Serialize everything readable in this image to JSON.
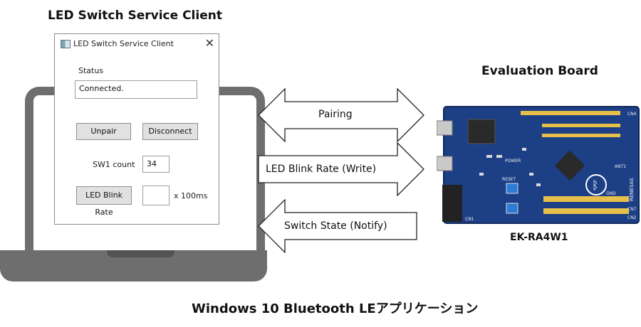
{
  "headings": {
    "client": "LED Switch Service Client",
    "board": "Evaluation Board",
    "board_name": "EK-RA4W1",
    "footer": "Windows 10 Bluetooth LEアプリケーション"
  },
  "window": {
    "title": "LED Switch Service Client",
    "close_glyph": "✕",
    "status_label": "Status",
    "status_value": "Connected.",
    "unpair_label": "Unpair",
    "disconnect_label": "Disconnect",
    "sw1_label": "SW1 count",
    "sw1_value": "34",
    "led_blink_label": "LED Blink Rate",
    "led_blink_value": "",
    "unit_label": "x 100ms"
  },
  "arrows": {
    "pairing": "Pairing",
    "write": "LED Blink Rate (Write)",
    "notify": "Switch State (Notify)"
  },
  "board": {
    "brand": "RENESAS",
    "ant_label": "ANT1",
    "gnd_label": "GND",
    "power_label": "POWER",
    "reset_label": "RESET",
    "cn_labels": [
      "CN1",
      "CN2",
      "CN7",
      "CN4"
    ],
    "pcb_color": "#1c3f86"
  }
}
